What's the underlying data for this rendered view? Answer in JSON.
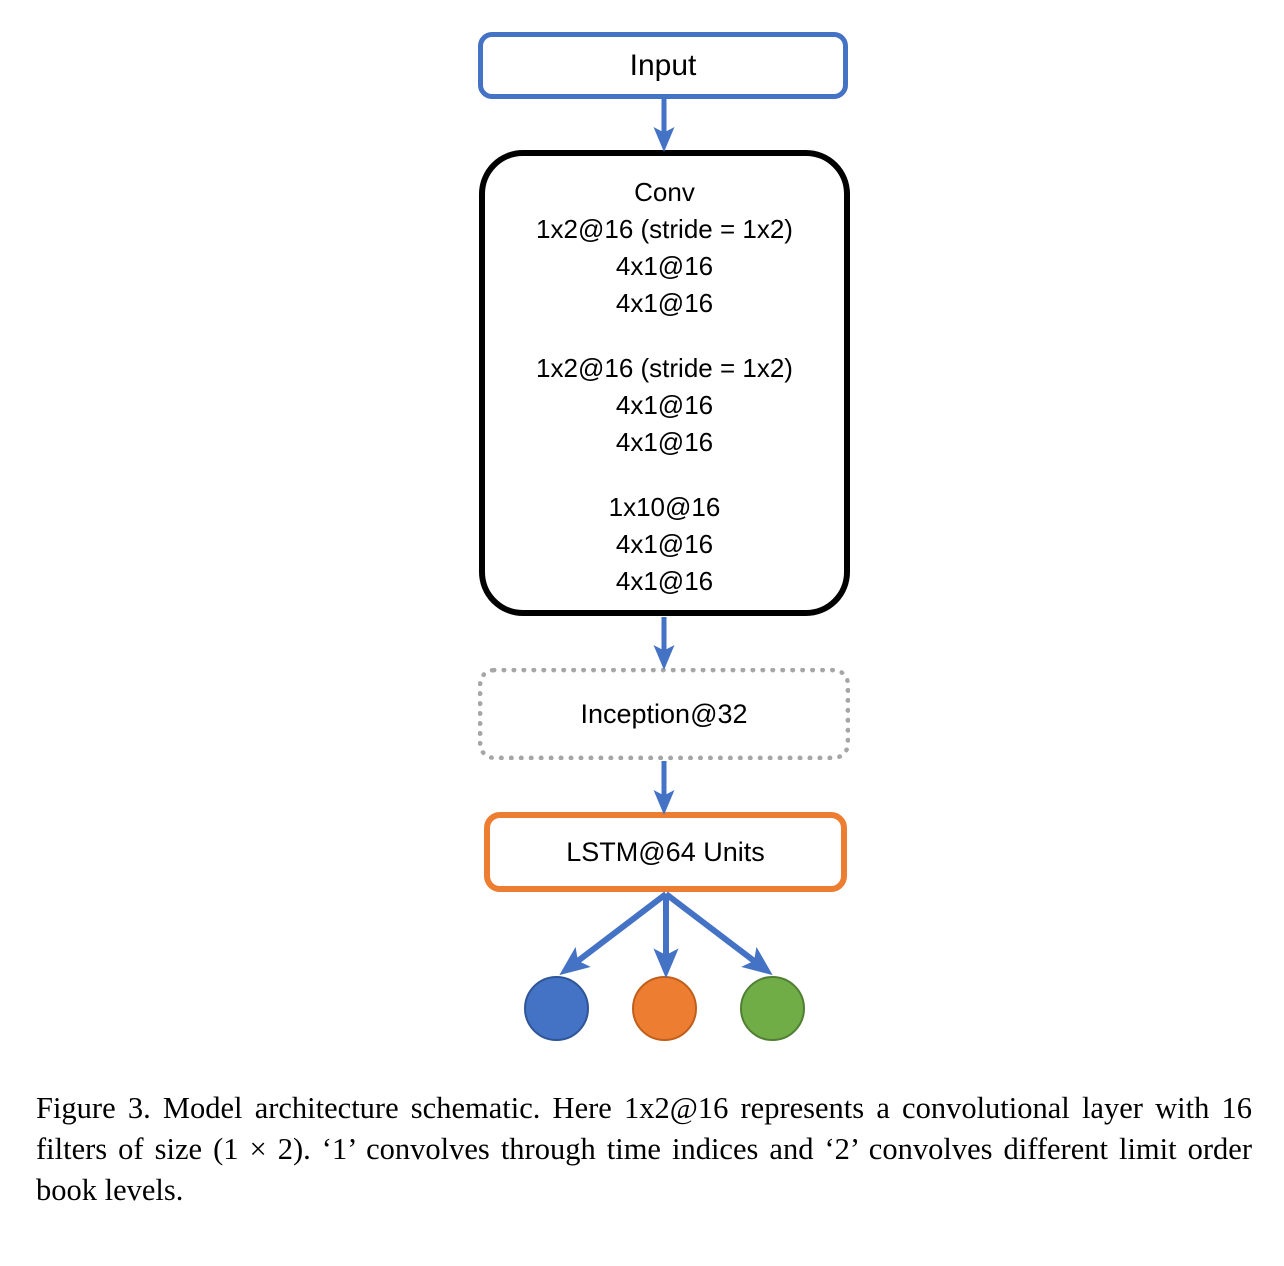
{
  "figure": {
    "type": "architecture-diagram",
    "colors": {
      "blue": "#4472C4",
      "orange": "#ED7D31",
      "green": "#70AD47",
      "black": "#000000",
      "gray_dotted": "#A6A6A6"
    },
    "nodes": [
      {
        "id": "input",
        "label": "Input",
        "style": "solid-blue-rounded"
      },
      {
        "id": "conv",
        "title": "Conv",
        "style": "solid-black-rounded",
        "groups": [
          [
            "1x2@16 (stride = 1x2)",
            "4x1@16",
            "4x1@16"
          ],
          [
            "1x2@16 (stride = 1x2)",
            "4x1@16",
            "4x1@16"
          ],
          [
            "1x10@16",
            "4x1@16",
            "4x1@16"
          ]
        ]
      },
      {
        "id": "inception",
        "label": "Inception@32",
        "style": "dotted-gray-rounded"
      },
      {
        "id": "lstm",
        "label": "LSTM@64 Units",
        "style": "solid-orange-rounded"
      }
    ],
    "outputs": [
      {
        "id": "output-0",
        "color": "#4472C4",
        "name": "blue-output-node"
      },
      {
        "id": "output-1",
        "color": "#ED7D31",
        "name": "orange-output-node"
      },
      {
        "id": "output-2",
        "color": "#70AD47",
        "name": "green-output-node"
      }
    ],
    "edges": [
      {
        "from": "input",
        "to": "conv"
      },
      {
        "from": "conv",
        "to": "inception"
      },
      {
        "from": "inception",
        "to": "lstm"
      },
      {
        "from": "lstm",
        "to": "output-0"
      },
      {
        "from": "lstm",
        "to": "output-1"
      },
      {
        "from": "lstm",
        "to": "output-2"
      }
    ]
  },
  "caption": {
    "label": "Figure 3.",
    "text": "  Model architecture schematic. Here 1x2@16 represents a convolutional layer with 16 filters of size (1 × 2). ‘1’ convolves through time indices and ‘2’ convolves different limit order book levels."
  }
}
